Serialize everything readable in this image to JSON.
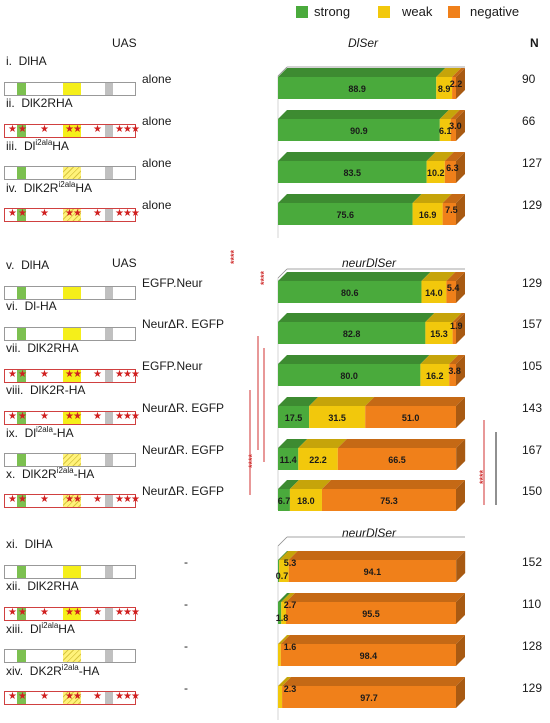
{
  "legend": [
    {
      "label": "strong",
      "color": "#4aaa3c"
    },
    {
      "label": "weak",
      "color": "#f2c80c"
    },
    {
      "label": "negative",
      "color": "#f0801a"
    }
  ],
  "headers": {
    "uas1": "UAS",
    "section1": "DlSer",
    "n_header": "N",
    "uas2": "UAS",
    "section2": "neurDlSer",
    "section3": "neurDlSer"
  },
  "rows": [
    {
      "numeral": "i.",
      "name": "DlHA",
      "condition": "alone",
      "n": "90"
    },
    {
      "numeral": "ii.",
      "name": "DlK2RHA",
      "condition": "alone",
      "n": "66"
    },
    {
      "numeral": "iii.",
      "name_pre": "Dl",
      "name_sup": "i2ala",
      "name_post": "HA",
      "condition": "alone",
      "n": "127"
    },
    {
      "numeral": "iv.",
      "name_pre": "DlK2R",
      "name_sup": "i2ala",
      "name_post": "HA",
      "condition": "alone",
      "n": "129"
    },
    {
      "numeral": "v.",
      "name": "DlHA",
      "condition": "EGFP.Neur",
      "n": "129"
    },
    {
      "numeral": "vi.",
      "name": "Dl-HA",
      "condition": "NeurΔR. EGFP",
      "n": "157"
    },
    {
      "numeral": "vii.",
      "name": "DlK2RHA",
      "condition": "EGFP.Neur",
      "n": "105"
    },
    {
      "numeral": "viii.",
      "name": "DlK2R-HA",
      "condition": "NeurΔR. EGFP",
      "n": "143"
    },
    {
      "numeral": "ix.",
      "name_pre": "Dl",
      "name_sup": "i2ala",
      "name_post": "-HA",
      "condition": "NeurΔR. EGFP",
      "n": "167"
    },
    {
      "numeral": "x.",
      "name_pre": "DlK2R",
      "name_sup": "i2ala",
      "name_post": "-HA",
      "condition": "NeurΔR. EGFP",
      "n": "150"
    },
    {
      "numeral": "xi.",
      "name": "DlHA",
      "condition": "-",
      "n": "152"
    },
    {
      "numeral": "xii.",
      "name": "DlK2RHA",
      "condition": "-",
      "n": "110"
    },
    {
      "numeral": "xiii.",
      "name_pre": "Dl",
      "name_sup": "i2ala",
      "name_post": "HA",
      "condition": "-",
      "n": "128"
    },
    {
      "numeral": "xiv.",
      "name_pre": "DK2R",
      "name_sup": "i2ala",
      "name_post": "-HA",
      "condition": "-",
      "n": "129"
    }
  ],
  "significance": "****",
  "chart_data": {
    "type": "bar",
    "stacked": true,
    "orientation": "horizontal",
    "xlim": [
      0,
      100
    ],
    "series": [
      {
        "name": "strong",
        "color": "#4aaa3c",
        "values": [
          88.9,
          90.9,
          83.5,
          75.6,
          80.6,
          82.8,
          80.0,
          17.5,
          11.4,
          6.7,
          0.7,
          1.8,
          0,
          0
        ]
      },
      {
        "name": "weak",
        "color": "#f2c80c",
        "values": [
          8.9,
          6.1,
          10.2,
          16.9,
          14.0,
          15.3,
          16.2,
          31.5,
          22.2,
          18.0,
          5.3,
          2.7,
          1.6,
          2.3
        ]
      },
      {
        "name": "negative",
        "color": "#f0801a",
        "values": [
          2.2,
          3.0,
          6.3,
          7.5,
          5.4,
          1.9,
          3.8,
          51.0,
          66.5,
          75.3,
          94.1,
          95.5,
          98.4,
          97.7
        ]
      }
    ],
    "data_labels": [
      [
        "88.9",
        "8.9",
        "2.2"
      ],
      [
        "90.9",
        "6.1",
        "3.0"
      ],
      [
        "83.5",
        "10.2",
        "6.3"
      ],
      [
        "75.6",
        "16.9",
        "7.5"
      ],
      [
        "80.6",
        "14.0",
        "5.4"
      ],
      [
        "82.8",
        "15.3",
        "1.9"
      ],
      [
        "80.0",
        "16.2",
        "3.8"
      ],
      [
        "17.5",
        "31.5",
        "51.0"
      ],
      [
        "11.4",
        "22.2",
        "66.5"
      ],
      [
        "6.7",
        "18.0",
        "75.3"
      ],
      [
        "0.7",
        "5.3",
        "94.1"
      ],
      [
        "1.8",
        "2.7",
        "95.5"
      ],
      [
        "",
        "1.6",
        "98.4"
      ],
      [
        "",
        "2.3",
        "97.7"
      ]
    ]
  }
}
